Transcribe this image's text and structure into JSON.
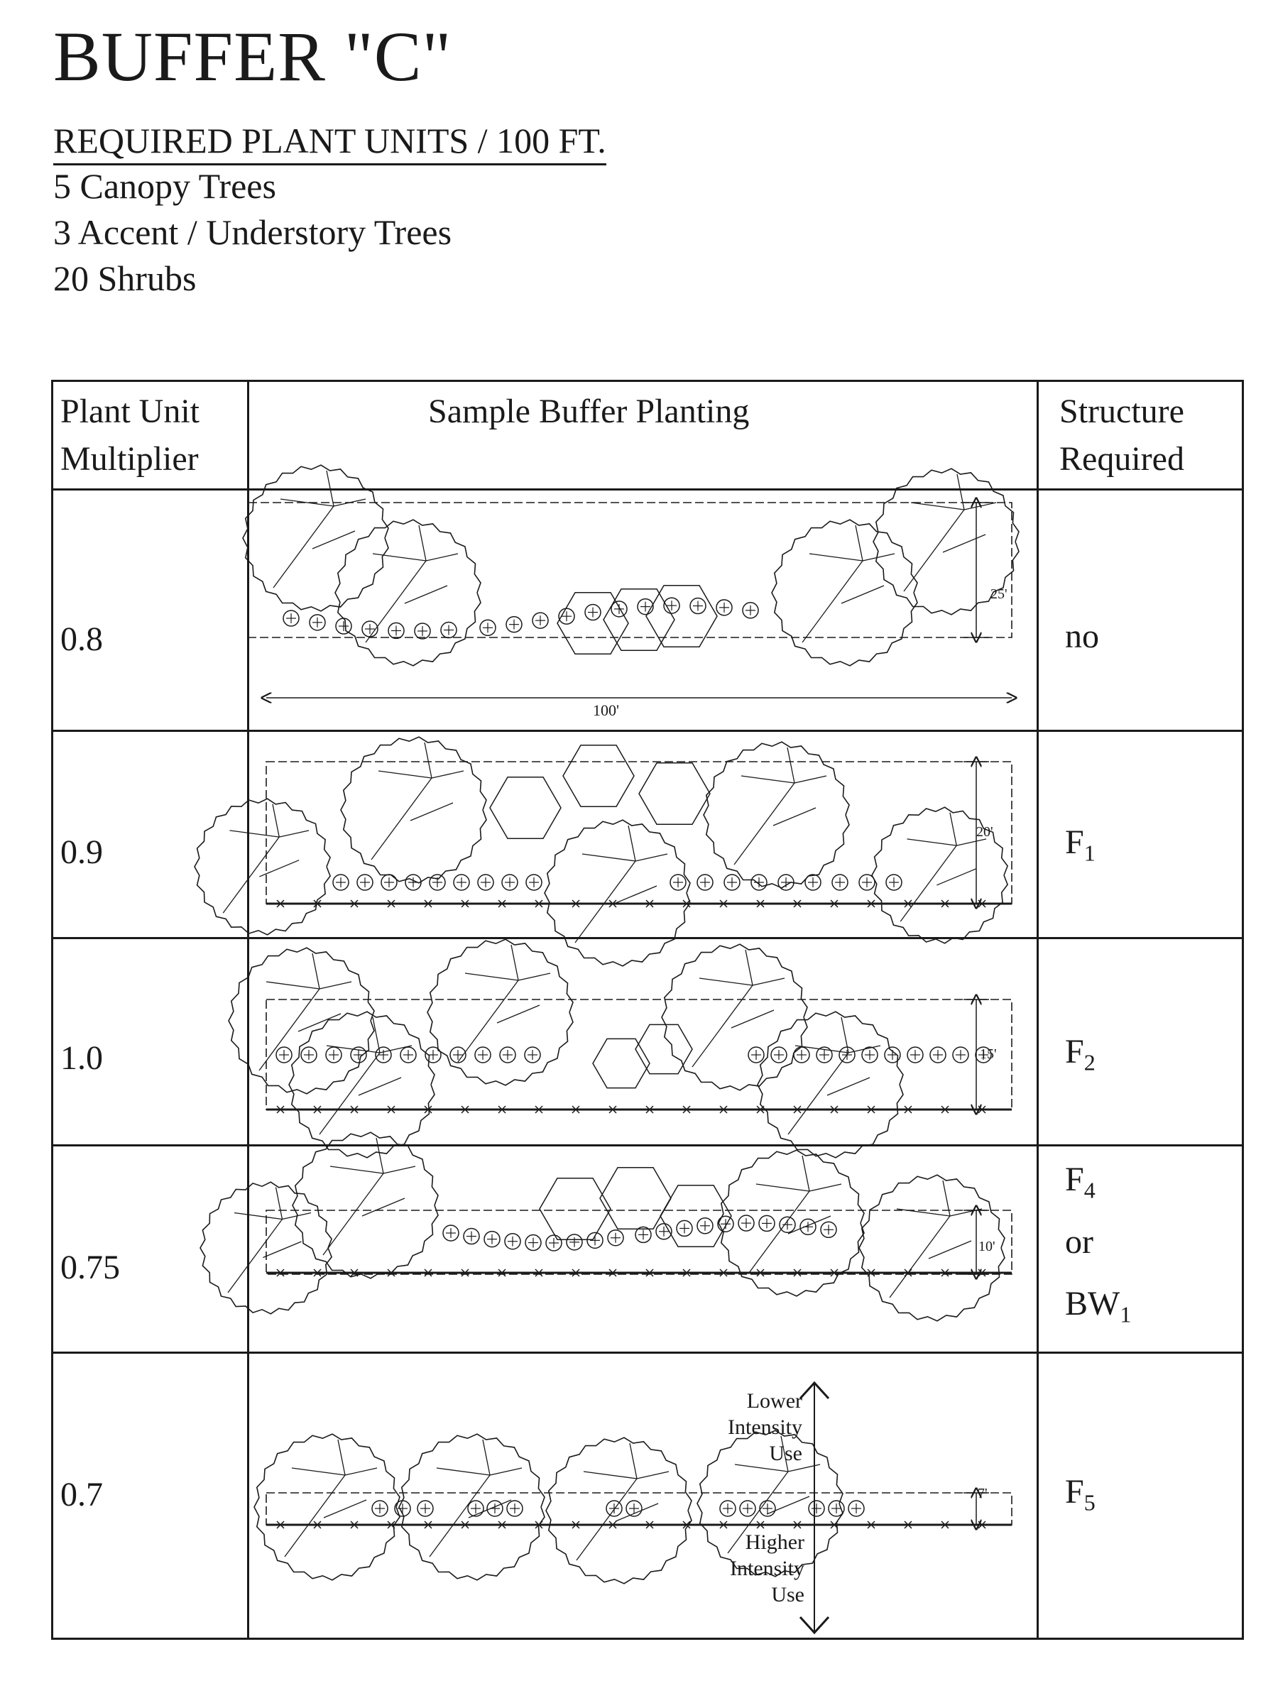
{
  "title": "BUFFER \"C\"",
  "subheading": "REQUIRED PLANT UNITS / 100 FT.",
  "requirements": [
    "5 Canopy Trees",
    "3 Accent / Understory Trees",
    "20 Shrubs"
  ],
  "table": {
    "headers": {
      "col1_line1": "Plant Unit",
      "col1_line2": "Multiplier",
      "col2": "Sample Buffer Planting",
      "col3_line1": "Structure",
      "col3_line2": "Required"
    },
    "rows": [
      {
        "multiplier": "0.8",
        "structure": "no",
        "dimension": "25'",
        "length": "100'"
      },
      {
        "multiplier": "0.9",
        "structure": "F",
        "structure_sub": "1",
        "dimension": "20'"
      },
      {
        "multiplier": "1.0",
        "structure": "F",
        "structure_sub": "2",
        "dimension": "15'"
      },
      {
        "multiplier": "0.75",
        "structure": "F",
        "structure_sub": "4",
        "structure_or": "or",
        "structure_alt": "BW",
        "structure_alt_sub": "1",
        "dimension": "10'"
      },
      {
        "multiplier": "0.7",
        "structure": "F",
        "structure_sub": "5",
        "dimension": "7'"
      }
    ]
  },
  "annotations": {
    "lower": [
      "Lower",
      "Intensity",
      "Use"
    ],
    "higher": [
      "Higher",
      "Intensity",
      "Use"
    ]
  }
}
